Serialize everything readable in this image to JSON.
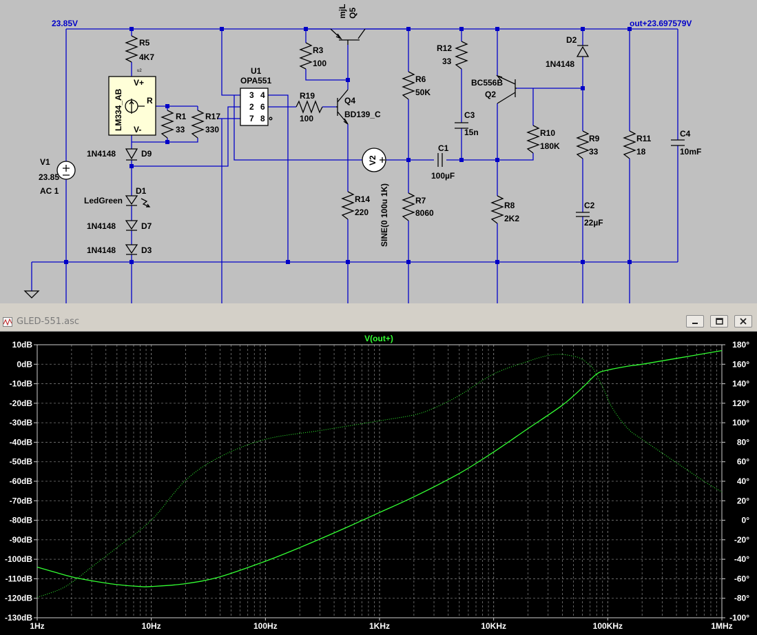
{
  "schematic": {
    "net_labels": {
      "supply": "23.85V",
      "output": "out+23.697579V"
    },
    "components": [
      {
        "ref": "R5",
        "value": "4K7"
      },
      {
        "ref": "U2",
        "value": "LM334_AB",
        "pins": [
          "V+",
          "R",
          "V-"
        ],
        "tag": "u2"
      },
      {
        "ref": "R1",
        "value": "33"
      },
      {
        "ref": "R17",
        "value": "330"
      },
      {
        "ref": "U1",
        "value": "OPA551",
        "pins": [
          "3",
          "4",
          "2",
          "6",
          "7",
          "8"
        ]
      },
      {
        "ref": "R3",
        "value": "100"
      },
      {
        "ref": "Q5",
        "value": "mjL"
      },
      {
        "ref": "R19",
        "value": "100"
      },
      {
        "ref": "Q4",
        "value": "BD139_C"
      },
      {
        "ref": "R14",
        "value": "220"
      },
      {
        "ref": "V2",
        "value": "SINE(0 100u 1K)"
      },
      {
        "ref": "R6",
        "value": "50K"
      },
      {
        "ref": "R7",
        "value": "8060"
      },
      {
        "ref": "R12",
        "value": "33"
      },
      {
        "ref": "C3",
        "value": "15n"
      },
      {
        "ref": "C1",
        "value": "100µF"
      },
      {
        "ref": "Q2",
        "value": "BC556B"
      },
      {
        "ref": "R10",
        "value": "180K"
      },
      {
        "ref": "R8",
        "value": "2K2"
      },
      {
        "ref": "D2",
        "value": "1N4148"
      },
      {
        "ref": "R9",
        "value": "33"
      },
      {
        "ref": "C2",
        "value": "22µF"
      },
      {
        "ref": "R11",
        "value": "18"
      },
      {
        "ref": "C4",
        "value": "10mF"
      },
      {
        "ref": "V1",
        "value": "23.85",
        "extra": "AC 1"
      },
      {
        "ref": "D9",
        "value": "1N4148"
      },
      {
        "ref": "D1",
        "value": "LedGreen"
      },
      {
        "ref": "D7",
        "value": "1N4148"
      },
      {
        "ref": "D3",
        "value": "1N4148"
      }
    ]
  },
  "window": {
    "title": "GLED-551.asc",
    "buttons": [
      "minimize",
      "restore",
      "close"
    ]
  },
  "chart_data": {
    "type": "line",
    "title": "V(out+)",
    "x_scale": "log",
    "x_range_hz": [
      1,
      1000000
    ],
    "x_ticks": [
      "1Hz",
      "10Hz",
      "100Hz",
      "1KHz",
      "10KHz",
      "100KHz",
      "1MHz"
    ],
    "y_left_ticks": [
      "10dB",
      "0dB",
      "-10dB",
      "-20dB",
      "-30dB",
      "-40dB",
      "-50dB",
      "-60dB",
      "-70dB",
      "-80dB",
      "-90dB",
      "-100dB",
      "-110dB",
      "-120dB",
      "-130dB"
    ],
    "y_left_range_db": [
      -130,
      10
    ],
    "y_right_ticks": [
      "180°",
      "160°",
      "140°",
      "120°",
      "100°",
      "80°",
      "60°",
      "40°",
      "20°",
      "0°",
      "-20°",
      "-40°",
      "-60°",
      "-80°",
      "-100°"
    ],
    "y_right_range_deg": [
      -100,
      180
    ],
    "grid": true,
    "background": "#000000",
    "trace_color": "#33ff33",
    "series": [
      {
        "kind": "magnitude",
        "unit": "dB",
        "style": "solid",
        "x": [
          1,
          1.5,
          2,
          3,
          5,
          8,
          10,
          20,
          40,
          100,
          200,
          500,
          1000,
          2000,
          5000,
          10000,
          20000,
          40000,
          60000,
          80000,
          100000,
          150000,
          200000,
          400000,
          1000000
        ],
        "y": [
          -104,
          -107,
          -109,
          -111,
          -113,
          -114,
          -114,
          -112.5,
          -109,
          -101,
          -94,
          -84,
          -76,
          -68,
          -56,
          -45,
          -33,
          -21,
          -12,
          -5,
          -3,
          -1,
          0,
          3,
          7
        ]
      },
      {
        "kind": "phase",
        "unit": "deg",
        "style": "dotted",
        "x": [
          1,
          1.5,
          2,
          3,
          5,
          10,
          20,
          40,
          100,
          300,
          1000,
          2000,
          3000,
          5000,
          10000,
          20000,
          30000,
          40000,
          55000,
          65000,
          75000,
          90000,
          110000,
          150000,
          200000,
          400000,
          700000,
          1000000
        ],
        "y": [
          -79,
          -72,
          -64,
          -48,
          -28,
          0,
          41,
          65,
          83,
          92,
          102,
          108,
          115,
          128,
          150,
          163,
          169,
          170,
          167,
          162,
          155,
          137,
          115,
          94,
          83,
          59,
          40,
          29
        ]
      }
    ]
  }
}
